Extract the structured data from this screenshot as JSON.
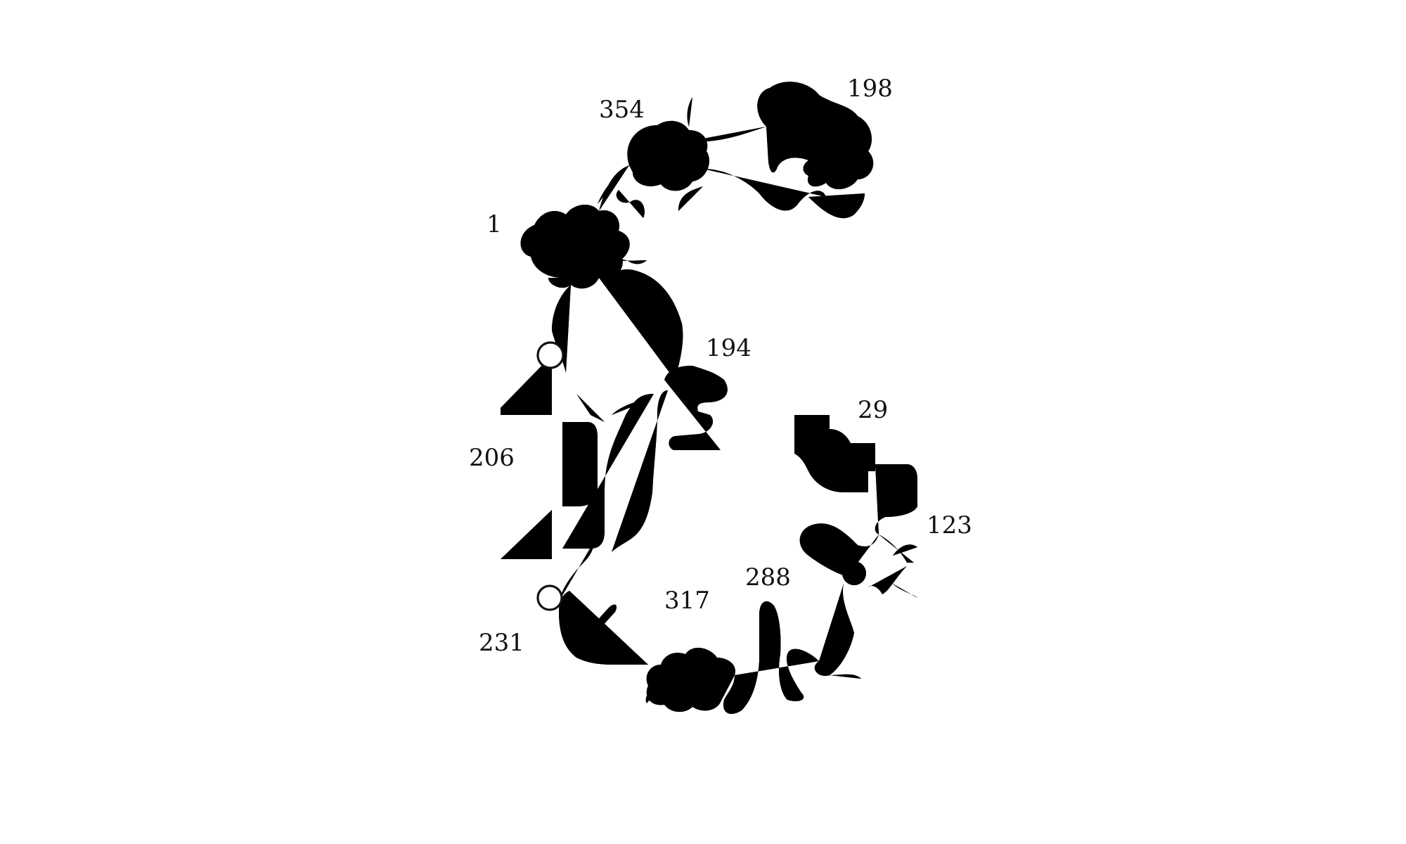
{
  "diagram": {
    "colors": {
      "stroke": "#111111",
      "background": "#ffffff"
    },
    "residue_labels": [
      {
        "id": "label-1",
        "text": "1"
      },
      {
        "id": "label-354",
        "text": "354"
      },
      {
        "id": "label-198",
        "text": "198"
      },
      {
        "id": "label-194",
        "text": "194"
      },
      {
        "id": "label-29",
        "text": "29"
      },
      {
        "id": "label-206",
        "text": "206"
      },
      {
        "id": "label-123",
        "text": "123"
      },
      {
        "id": "label-288",
        "text": "288"
      },
      {
        "id": "label-317",
        "text": "317"
      },
      {
        "id": "label-231",
        "text": "231"
      }
    ]
  }
}
